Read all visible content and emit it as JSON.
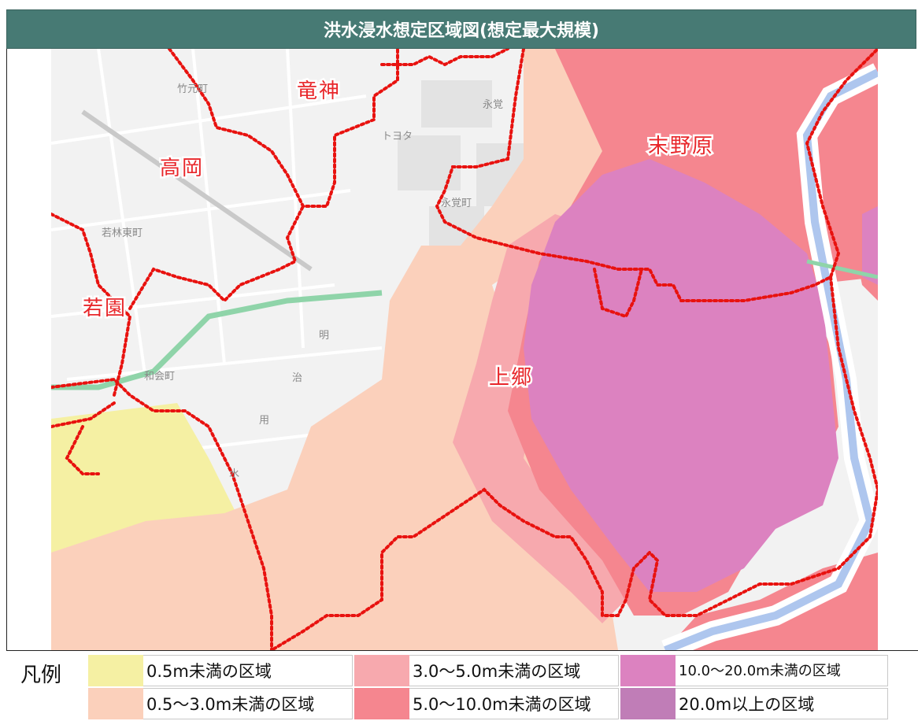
{
  "title": "洪水浸水想定区域図(想定最大規模)",
  "map": {
    "place_labels": {
      "tatsumi": "竜神",
      "takaoka": "高岡",
      "wakazono": "若園",
      "suenohara": "末野原",
      "kamigo": "上郷"
    },
    "street_labels": {
      "takemotocho": "竹元町",
      "toyota": "トヨタ",
      "eikaku_1": "永覚",
      "eikakucho": "永覚町",
      "wakabayashi_higashicho": "若林東町",
      "waecho": "和会町",
      "meiji_yosui": [
        "明",
        "治",
        "用",
        "水"
      ]
    },
    "colors": {
      "under_0_5m": "#f5f0a3",
      "0_5_to_3m": "#fbd0bb",
      "3_to_5m": "#f7a9ae",
      "5_to_10m": "#f5868f",
      "10_to_20m": "#dc82c0",
      "over_20m": "#c07db7",
      "boundary": "#e8120f",
      "canal": "#8fd4a9",
      "river": "#aec6ee"
    }
  },
  "legend": {
    "label": "凡例",
    "items": [
      {
        "text": "0.5m未満の区域",
        "color": "#f5f0a3"
      },
      {
        "text": "0.5〜3.0m未満の区域",
        "color": "#fbd0bb"
      },
      {
        "text": "3.0〜5.0m未満の区域",
        "color": "#f7a9ae"
      },
      {
        "text": "5.0〜10.0m未満の区域",
        "color": "#f5868f"
      },
      {
        "text": "10.0〜20.0m未満の区域",
        "color": "#dc82c0"
      },
      {
        "text": "20.0m以上の区域",
        "color": "#c07db7"
      }
    ]
  }
}
